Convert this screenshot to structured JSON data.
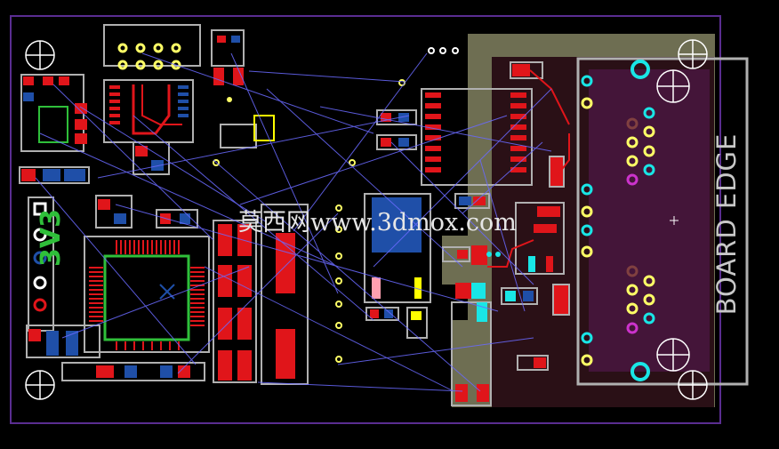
{
  "watermark": {
    "text": "莫西网www.3dmox.com"
  },
  "board": {
    "edge_label": "BOARD EDGE",
    "voltage_silk": "3V3"
  },
  "colors": {
    "background": "#000000",
    "board_outline": "#5a2d91",
    "top_copper": "#e0151a",
    "bottom_copper": "#1f4fa8",
    "top_silk": "#2fbf3a",
    "component_outline": "#b0b0b0",
    "ratsnest": "#6a6aff",
    "pour": "#7a7a5a",
    "keepout_pad": "#3a1020",
    "via": "#ffff66",
    "pad_cyan": "#19e6e6",
    "pad_magenta": "#cc33cc"
  },
  "icons": [
    "mounting-hole-icon",
    "origin-crosshair-icon"
  ]
}
